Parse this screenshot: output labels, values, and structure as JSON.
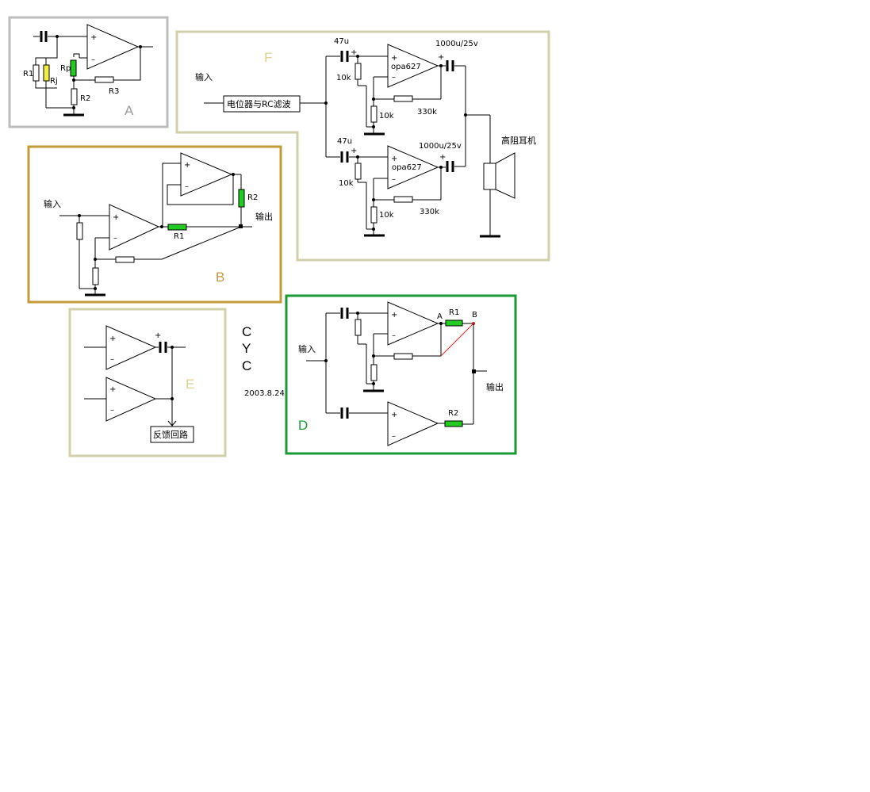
{
  "panels": {
    "A": {
      "label": "A",
      "frame_color": "#bdbdbd",
      "label_color": "#9a9a9a",
      "r1": "R1",
      "rj": "Rj",
      "rp": "Rp",
      "r2": "R2",
      "r3": "R3"
    },
    "B": {
      "label": "B",
      "frame_color": "#c49a3a",
      "label_color": "#c49a3a",
      "input": "输入",
      "output": "输出",
      "r1": "R1",
      "r2": "R2"
    },
    "F": {
      "label": "F",
      "frame_color": "#d2d0aa",
      "label_color": "#d8d48e",
      "input": "输入",
      "filter_box": "电位器与RC滤波",
      "cap_in": "47u",
      "cap_out": "1000u/25v",
      "opamp": "opa627",
      "r_bias": "10k",
      "r_gain": "10k",
      "r_feedback": "330k",
      "load": "高阻耳机"
    },
    "D": {
      "label": "D",
      "frame_color": "#1a9a34",
      "label_color": "#1a9a34",
      "input": "输入",
      "output": "输出",
      "node_a": "A",
      "node_b": "B",
      "r1": "R1",
      "r2": "R2"
    },
    "E": {
      "label": "E",
      "frame_color": "#d2d0aa",
      "label_color": "#d8d48e",
      "feedback_box": "反馈回路"
    }
  },
  "signature": {
    "letters": [
      "C",
      "Y",
      "C"
    ],
    "date": "2003.8.24"
  },
  "colors": {
    "green_resistor": "#22cc22",
    "yellow_resistor": "#f2ee44",
    "red_wire": "#dd2222"
  }
}
